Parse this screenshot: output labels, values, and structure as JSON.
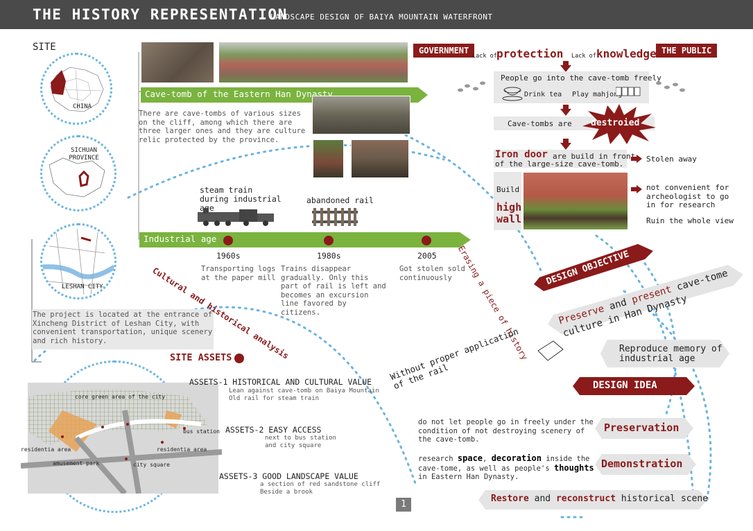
{
  "header": {
    "title": "THE HISTORY REPRESENTATION",
    "subtitle": "LANDSCAPE DESIGN OF BAIYA MOUNTAIN  WATERFRONT"
  },
  "site": {
    "label": "SITE",
    "china_label": "CHINA",
    "province_label": "SICHUAN PROVINCE",
    "city_label": "LESHAN CITY",
    "description": "The project is located at the entrance of Xincheng District of Leshan City, with convenient transportation, unique scenery and rich history."
  },
  "cave_tomb": {
    "bar_label": "Cave-tomb of the Eastern Han Dynasty",
    "description": "There are cave-tombs of various sizes on the cliff, among which there are three larger ones and they are culture relic protected by the province."
  },
  "industrial": {
    "bar_label": "Industrial age",
    "train_caption": "steam train during industrial age",
    "rail_caption": "abandoned rail",
    "timeline": [
      {
        "year": "1960s",
        "text": "Transporting logs at the paper mill"
      },
      {
        "year": "1980s",
        "text": "Trains disappear gradually. Only this part of rail is left and becomes an excursion line favored by citizens."
      },
      {
        "year": "2005",
        "text": "Got stolen sold continuously"
      }
    ]
  },
  "analysis": {
    "cultural_label": "Cultural and historical analysis",
    "erasing_label": "Erasing a piece of history",
    "without_label": "Without proper application of the rail"
  },
  "site_assets": {
    "title": "SITE ASSETS",
    "items": [
      {
        "title": "ASSETS-1 HISTORICAL AND CULTURAL VALUE",
        "detail": "Lean against cave-tomb on Baiya Mountain\nOld rail for steam train"
      },
      {
        "title": "ASSETS-2 EASY ACCESS",
        "detail": "next to bus station\nand city square"
      },
      {
        "title": "ASSETS-3 GOOD LANDSCAPE VALUE",
        "detail": "a section of red sandstone cliff\nBeside a brook"
      }
    ],
    "map_labels": {
      "core": "core green area of the city",
      "bus": "bus station",
      "res1": "residentia area",
      "res2": "residentia area",
      "amusement": "amusement park",
      "square": "city square"
    }
  },
  "problem": {
    "government": "GOVERNMENT",
    "public": "THE PUBLIC",
    "lack1": "Lack of",
    "protection": "protection",
    "lack2": "Lack of",
    "knowledge": "knowledge",
    "people_go": "People go into the cave-tomb freely",
    "drink_tea": "Drink tea",
    "mahjong": "Play mahjong",
    "cave_tombs_are": "Cave-tombs are",
    "destroied": "destroied",
    "iron_door_1": "Iron door",
    "iron_door_2": "are build in front",
    "iron_door_3": "of the large-size cave-tomb.",
    "stolen": "Stolen away",
    "build": "Build",
    "high": "high",
    "wall": "wall",
    "not_convenient": "not convenient for archeologist to go in for research",
    "ruin": "Ruin the whole view"
  },
  "design": {
    "objective_label": "DESIGN OBJECTIVE",
    "preserve": "Preserve",
    "and": "and",
    "present": "present",
    "cave_tome": "cave-tome",
    "culture_han": "culture in Han Dynasty",
    "reproduce": "Reproduce memory of industrial age",
    "idea_label": "DESIGN IDEA",
    "preservation_text": "do not let people go in freely under the condition of not destroying scenery of the cave-tomb.",
    "preservation_label": "Preservation",
    "demo_text_1": "research ",
    "demo_space": "space",
    "demo_text_2": ", ",
    "demo_decoration": "decoration",
    "demo_text_3": " inside the cave-tome, as well as people's ",
    "demo_thoughts": "thoughts",
    "demo_text_4": " in Eastern Han Dynasty.",
    "demonstration_label": "Demonstration",
    "restore": "Restore",
    "restore_and": "and",
    "reconstruct": "reconstruct",
    "historical_scene": "historical scene"
  },
  "page_number": "1",
  "colors": {
    "accent": "#8b1a1a",
    "green": "#7ab33e",
    "header": "#4a4a4a",
    "dotted": "#6ab4e0"
  }
}
